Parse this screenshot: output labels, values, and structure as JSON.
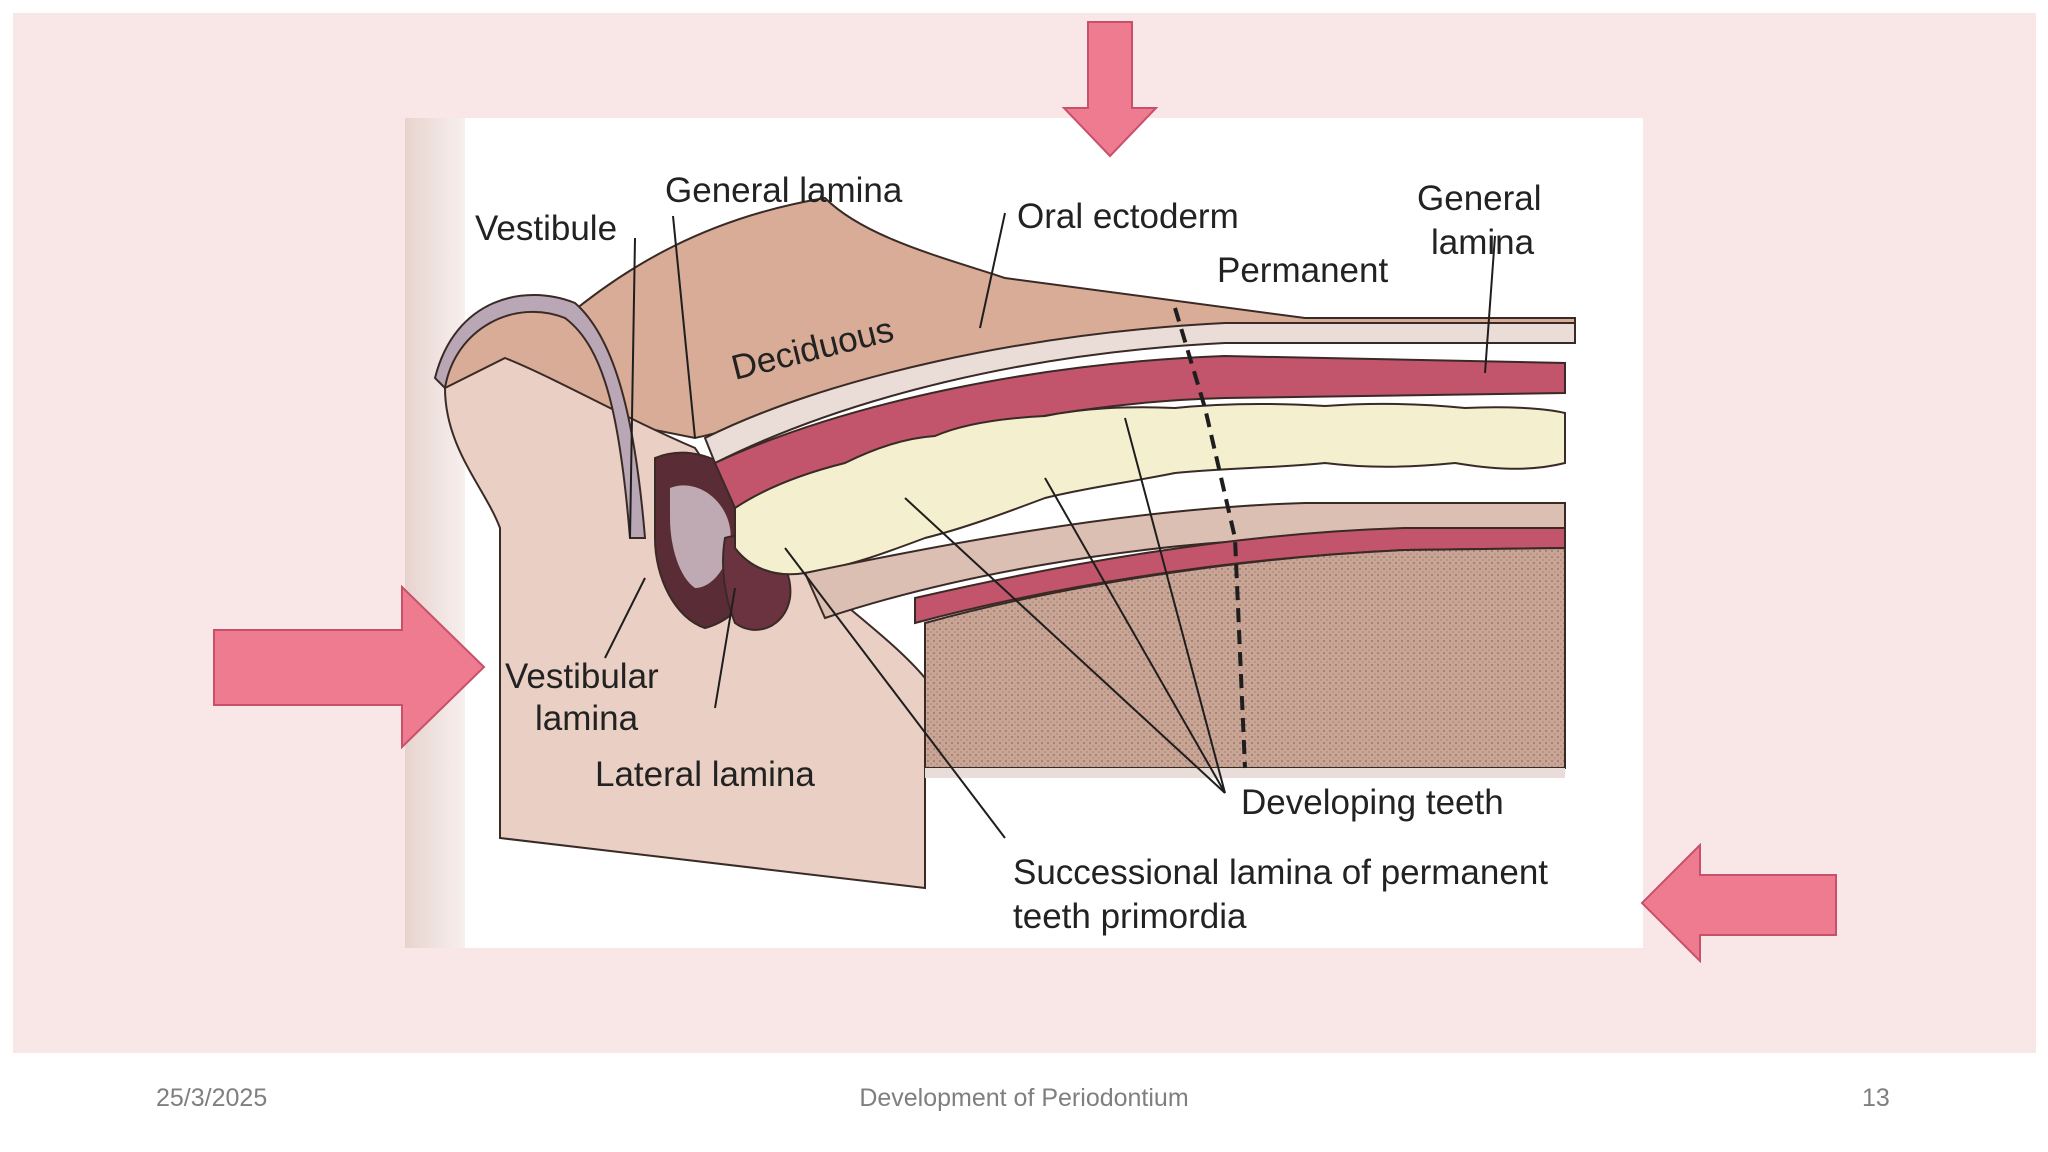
{
  "footer": {
    "date": "25/3/2025",
    "title": "Development of Periodontium",
    "page_number": "13"
  },
  "diagram": {
    "labels": {
      "vestibule": "Vestibule",
      "general_lamina_top": "General lamina",
      "oral_ectoderm": "Oral ectoderm",
      "general_lamina_right_1": "General",
      "general_lamina_right_2": "lamina",
      "permanent": "Permanent",
      "deciduous": "Deciduous",
      "vestibular_lamina_1": "Vestibular",
      "vestibular_lamina_2": "lamina",
      "lateral_lamina": "Lateral lamina",
      "developing_teeth": "Developing teeth",
      "successional_lamina_1": "Successional lamina of permanent",
      "successional_lamina_2": "teeth primordia"
    }
  },
  "colors": {
    "slide_background": "#f9e6e7",
    "arrow_fill": "#ef7b90",
    "arrow_stroke": "#c8516a",
    "mucosa_pink": "#c2546c",
    "tissue_tan": "#d9b09c",
    "teeth_cream": "#f4f0cf",
    "bone_stipple": "#c4a091"
  },
  "arrows": [
    {
      "name": "arrow-down",
      "direction": "down"
    },
    {
      "name": "arrow-right",
      "direction": "right"
    },
    {
      "name": "arrow-left",
      "direction": "left"
    }
  ]
}
